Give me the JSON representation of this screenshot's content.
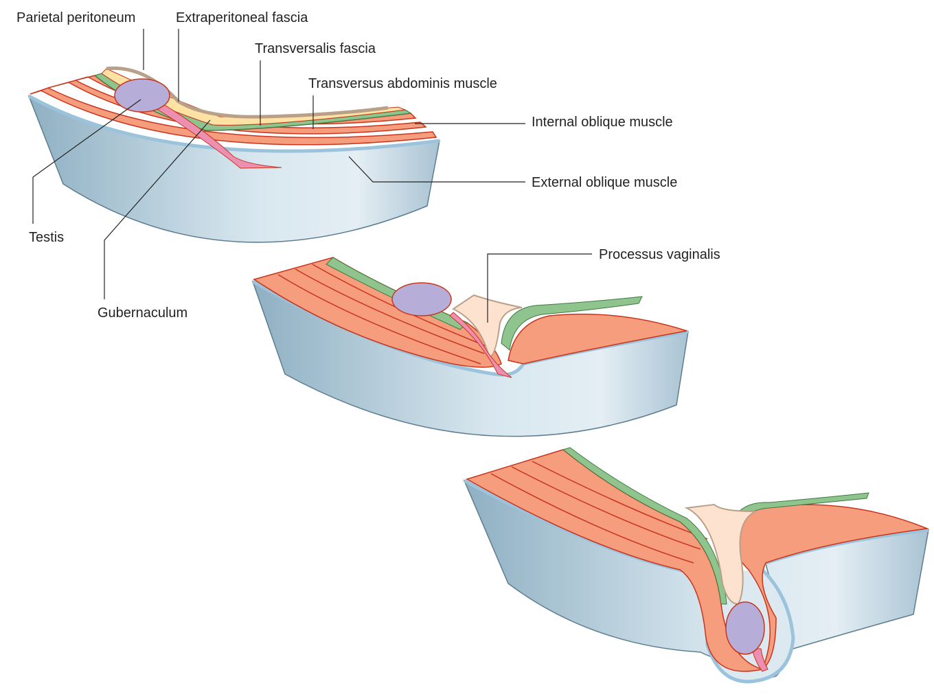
{
  "colors": {
    "skin_light": "#dde9f0",
    "skin_dark": "#8aa9bb",
    "skin_edge": "#9cc3dc",
    "muscle": "#f59d7d",
    "muscle_line": "#c8341c",
    "transversalis": "#8fc48f",
    "extraperitoneal": "#fde2a4",
    "peritoneum": "#b9a089",
    "testis": "#b6add8",
    "gubernaculum": "#ec8fb0",
    "processus": "#fde3cf",
    "leader": "#222222"
  },
  "labels": {
    "parietal_peritoneum": "Parietal peritoneum",
    "extraperitoneal_fascia": "Extraperitoneal fascia",
    "transversalis_fascia": "Transversalis fascia",
    "transversus_abdominis": "Transversus abdominis muscle",
    "internal_oblique": "Internal oblique muscle",
    "external_oblique": "External oblique muscle",
    "testis": "Testis",
    "gubernaculum": "Gubernaculum",
    "processus_vaginalis": "Processus vaginalis"
  }
}
